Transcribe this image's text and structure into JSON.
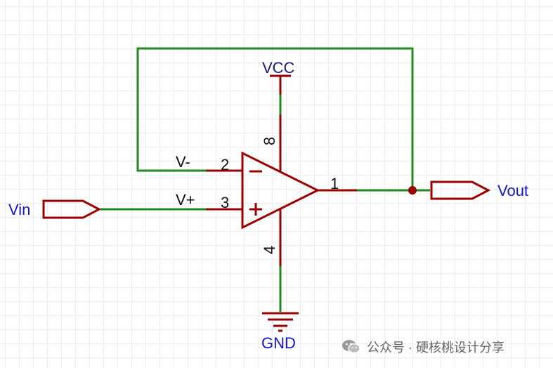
{
  "labels": {
    "vcc": "VCC",
    "gnd": "GND",
    "vin": "Vin",
    "vout": "Vout",
    "v_minus": "V-",
    "v_plus": "V+"
  },
  "pins": {
    "inverting": "2",
    "non_inverting": "3",
    "output": "1",
    "power": "8",
    "ground": "4"
  },
  "opamp_symbols": {
    "minus": "−",
    "plus": "+"
  },
  "watermark": {
    "text": "公众号 · 硬核桃设计分享",
    "icon": "wechat-icon"
  },
  "colors": {
    "wire": "#1f8a1f",
    "component": "#990000",
    "net_label": "#1414d4",
    "power_label": "#1a1a7a"
  }
}
